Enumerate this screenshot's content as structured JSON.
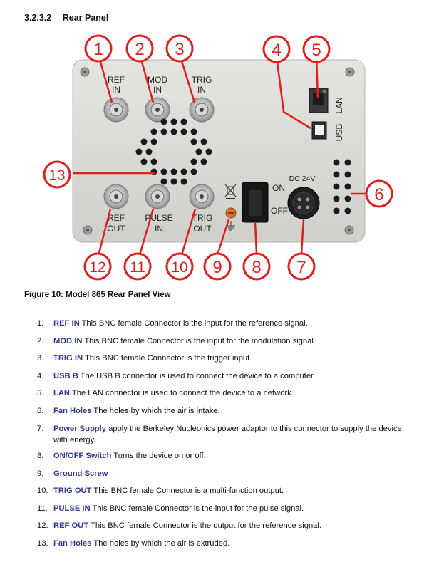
{
  "section": {
    "number": "3.2.3.2",
    "title": "Rear Panel"
  },
  "figure": {
    "caption": "Figure 10: Model 865 Rear Panel View",
    "panel_labels": {
      "ref_in": [
        "REF",
        "IN"
      ],
      "mod_in": [
        "MOD",
        "IN"
      ],
      "trig_in": [
        "TRIG",
        "IN"
      ],
      "ref_out": [
        "REF",
        "OUT"
      ],
      "pulse_in": [
        "PULSE",
        "IN"
      ],
      "trig_out": [
        "TRIG",
        "OUT"
      ],
      "lan": "LAN",
      "usb": "USB",
      "on": "ON",
      "off": "OFF",
      "dc": "DC 24V"
    },
    "callouts": [
      "1",
      "2",
      "3",
      "4",
      "5",
      "6",
      "7",
      "8",
      "9",
      "10",
      "11",
      "12",
      "13"
    ],
    "callout_color": "#e31c1c",
    "panel_color": "#d9d9d6"
  },
  "items": [
    {
      "n": "1.",
      "term": "REF IN",
      "desc": "This BNC female Connector is the input for the reference signal."
    },
    {
      "n": "2.",
      "term": "MOD IN",
      "desc": "This BNC female Connector is the input for the modulation signal."
    },
    {
      "n": "3.",
      "term": "TRIG IN",
      "desc": "This BNC female Connector is the trigger input."
    },
    {
      "n": "4.",
      "term": "USB B",
      "desc": "The USB B connector is used to connect the device to a computer."
    },
    {
      "n": "5.",
      "term": "LAN",
      "desc": "The LAN connector is used to connect the device to a network."
    },
    {
      "n": "6.",
      "term": "Fan Holes",
      "desc": "The holes by which the air is intake."
    },
    {
      "n": "7.",
      "term": "Power Supply",
      "desc": "apply the Berkeley Nucleonics power adaptor to this connector to supply the device with energy."
    },
    {
      "n": "8.",
      "term": "ON/OFF Switch",
      "desc": "Turns the device on or off."
    },
    {
      "n": "9.",
      "term": "Ground Screw",
      "desc": ""
    },
    {
      "n": "10.",
      "term": "TRIG OUT",
      "desc": "This BNC female Connector is a multi-function output."
    },
    {
      "n": "11.",
      "term": "PULSE IN",
      "desc": "This BNC female Connector is the input for the pulse signal."
    },
    {
      "n": "12.",
      "term": "REF OUT",
      "desc": "This BNC female Connector is the output for the reference signal."
    },
    {
      "n": "13.",
      "term": "Fan Holes",
      "desc": "The holes by which the air is extruded."
    }
  ]
}
